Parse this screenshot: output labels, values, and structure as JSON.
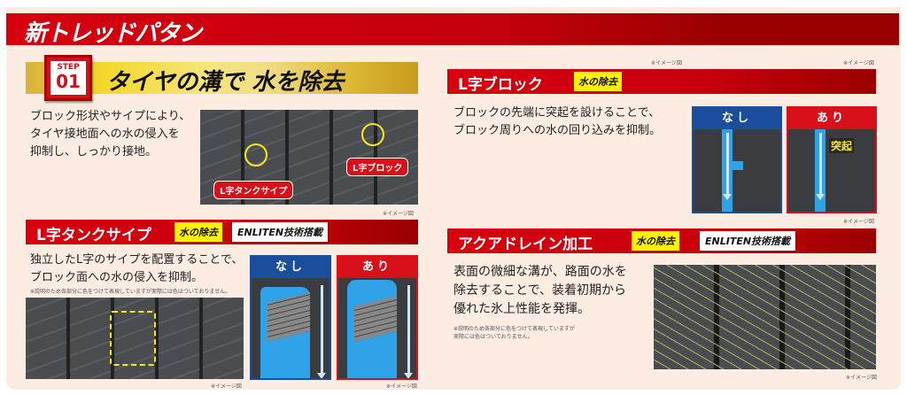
{
  "header": {
    "title": "新トレッドパタン"
  },
  "step": {
    "label": "STEP",
    "number": "01",
    "title": "タイヤの溝で 水を除去",
    "description": [
      "ブロック形状やサイプにより、",
      "タイヤ接地面への水の侵入を",
      "抑制し、しっかり接地。"
    ],
    "image_callouts": [
      "L字タンクサイプ",
      "L字ブロック"
    ],
    "image_note": "※イメージ図"
  },
  "sections": {
    "l_tank_sipe": {
      "title": "L字タンクサイプ",
      "tags": [
        "水の除去",
        "ENLITEN技術搭載"
      ],
      "description": [
        "独立したL字のサイプを配置することで、",
        "ブロック面への水の侵入を抑制。"
      ],
      "footnote": "※説明のため各部分に色をつけて表現していますが実際には色はついておりません。",
      "compare": {
        "without": "なし",
        "with": "あり"
      },
      "image_note_left": "※イメージ図",
      "image_note_right": "※イメージ図"
    },
    "l_block": {
      "title": "L字ブロック",
      "tags": [
        "水の除去"
      ],
      "description": [
        "ブロックの先端に突起を設けることで、",
        "ブロック周りへの水の回り込みを抑制。"
      ],
      "compare": {
        "without": "なし",
        "with": "あり",
        "protrusion_label": "突起"
      },
      "image_note": "※イメージ図",
      "top_notes": [
        "※イメージ図",
        "※イメージ図"
      ]
    },
    "aqua_drain": {
      "title": "アクアドレイン加工",
      "tags": [
        "水の除去",
        "ENLITEN技術搭載"
      ],
      "description": [
        "表面の微細な溝が、路面の水を",
        "除去することで、装着初期から",
        "優れた氷上性能を発揮。"
      ],
      "footnote": [
        "※説明のため各部分に色をつけて表現していますが",
        "実際には色はついておりません。"
      ],
      "image_note": "※イメージ図"
    }
  },
  "colors": {
    "brand_red": "#d6000f",
    "dark_red": "#9a0000",
    "gold": "#f4d82a",
    "highlight_yellow": "#fff200",
    "blue": "#1a4e9c",
    "water": "#2fa2e8",
    "panel_bg": "#fdece2"
  }
}
